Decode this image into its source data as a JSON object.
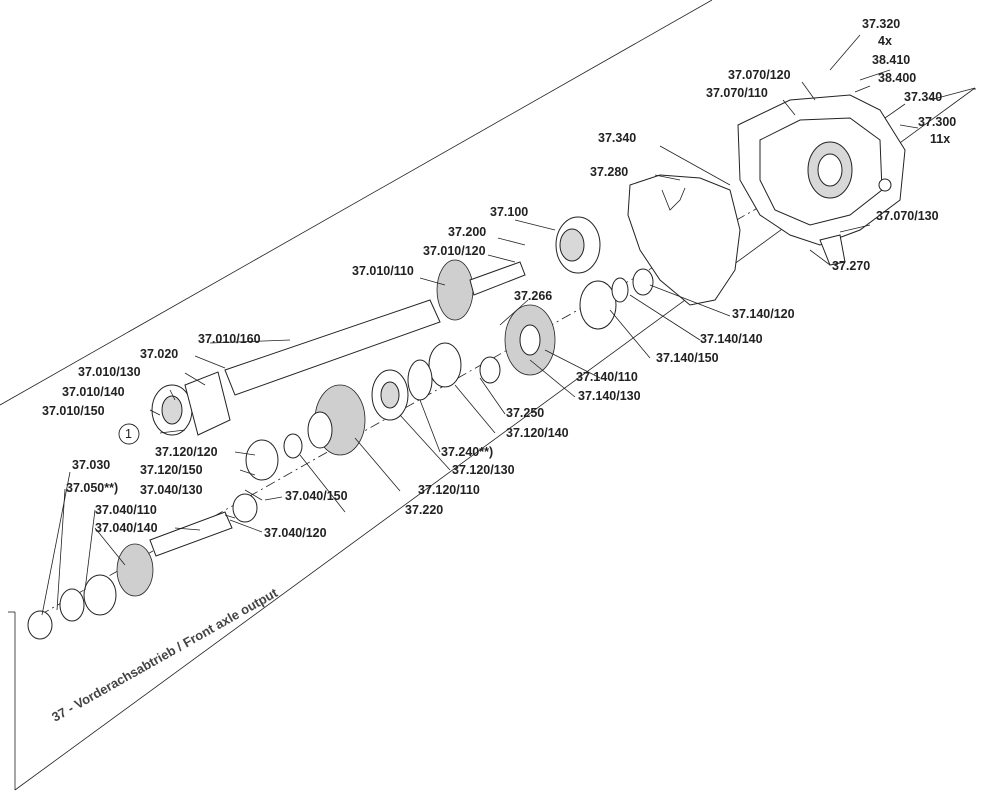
{
  "title": "37 - Vorderachsabtrieb / Front axle output",
  "circled_marker": "1",
  "labels": {
    "l37320": "37.320",
    "l4x": "4x",
    "l38410": "38.410",
    "l38400": "38.400",
    "l37070_120": "37.070/120",
    "l37070_110": "37.070/110",
    "l37340_top": "37.340",
    "l37300": "37.300",
    "l11x": "11x",
    "l37340": "37.340",
    "l37280": "37.280",
    "l37070_130": "37.070/130",
    "l37270": "37.270",
    "l37100": "37.100",
    "l37200": "37.200",
    "l37010_120": "37.010/120",
    "l37010_110": "37.010/110",
    "l37266": "37.266",
    "l37140_120": "37.140/120",
    "l37140_140": "37.140/140",
    "l37140_150": "37.140/150",
    "l37140_110": "37.140/110",
    "l37140_130": "37.140/130",
    "l37010_160": "37.010/160",
    "l37020": "37.020",
    "l37010_130": "37.010/130",
    "l37010_140": "37.010/140",
    "l37010_150": "37.010/150",
    "l37250": "37.250",
    "l37120_140": "37.120/140",
    "l37240": "37.240**)",
    "l37120_130": "37.120/130",
    "l37120_110": "37.120/110",
    "l37220": "37.220",
    "l37120_120": "37.120/120",
    "l37120_150": "37.120/150",
    "l37030": "37.030",
    "l37050": "37.050**)",
    "l37040_130": "37.040/130",
    "l37040_150": "37.040/150",
    "l37040_110": "37.040/110",
    "l37040_140": "37.040/140",
    "l37040_120": "37.040/120"
  }
}
